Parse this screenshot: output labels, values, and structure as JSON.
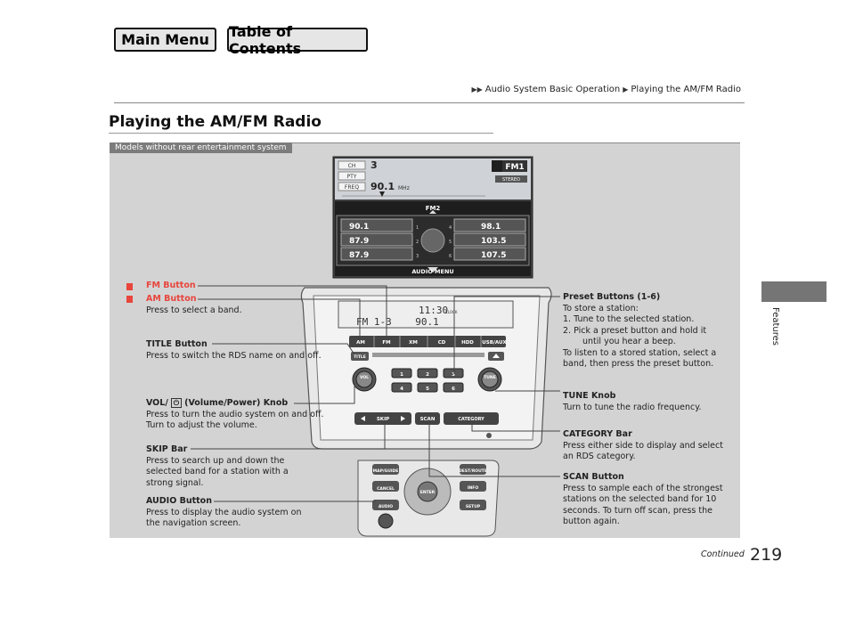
{
  "nav": {
    "main_menu": "Main Menu",
    "toc": "Table of Contents"
  },
  "breadcrumb": {
    "parent": "Audio System Basic Operation",
    "current": "Playing the AM/FM Radio"
  },
  "page": {
    "title": "Playing the AM/FM Radio",
    "side_tab": "Features",
    "number": "219",
    "continued": "Continued"
  },
  "panel": {
    "tag": "Models without rear entertainment system"
  },
  "screen": {
    "info_labels": [
      "CH",
      "PTY",
      "FREQ"
    ],
    "channel": "3",
    "frequency": "90.1",
    "unit": "MHz",
    "band_badge": "FM1",
    "stereo": "STEREO",
    "band_title": "FM2",
    "presets": [
      {
        "num": "1",
        "freq": "90.1"
      },
      {
        "num": "2",
        "freq": "87.9"
      },
      {
        "num": "3",
        "freq": "87.9"
      },
      {
        "num": "4",
        "freq": "98.1"
      },
      {
        "num": "5",
        "freq": "103.5"
      },
      {
        "num": "6",
        "freq": "107.5"
      }
    ],
    "footer": "AUDIO MENU"
  },
  "unit": {
    "clock": "11:30",
    "clock_label": "CLOCK",
    "display": "FM 1-3    90.1",
    "top_buttons": [
      "AM",
      "FM",
      "XM",
      "CD",
      "HDD",
      "USB/AUX"
    ],
    "title_btn": "TITLE",
    "preset_nums": [
      "1",
      "2",
      "3",
      "4",
      "5",
      "6"
    ],
    "vol": "VOL",
    "tune": "TUNE",
    "skip": "SKIP",
    "scan": "SCAN",
    "category": "CATEGORY",
    "nav_buttons": [
      "MAP/GUIDE",
      "CANCEL",
      "DEST/ROUTE",
      "INFO",
      "ENTER",
      "AUDIO",
      "SETUP"
    ]
  },
  "labels": {
    "fm_button": "FM Button",
    "am_button": "AM Button",
    "am_desc": "Press to select a band.",
    "title_button": "TITLE Button",
    "title_desc": "Press to switch the RDS name on and off.",
    "vol_title_a": "VOL/",
    "vol_title_b": "(Volume/Power) Knob",
    "vol_desc1": "Press to turn the audio system on and off.",
    "vol_desc2": "Turn to adjust the volume.",
    "skip_title": "SKIP Bar",
    "skip_desc1": "Press to search up and down the",
    "skip_desc2": "selected band for a station with a",
    "skip_desc3": "strong signal.",
    "audio_title": "AUDIO Button",
    "audio_desc1": "Press to display the audio system on",
    "audio_desc2": "the navigation screen.",
    "preset_title": "Preset Buttons (1-6)",
    "preset_desc": "To store a station:",
    "preset_step1": "1.  Tune to the selected station.",
    "preset_step2a": "2.  Pick a preset button and hold it",
    "preset_step2b": "until you hear a beep.",
    "preset_desc2a": "To listen to a stored station, select a",
    "preset_desc2b": "band, then press the preset button.",
    "tune_title": "TUNE Knob",
    "tune_desc": "Turn to tune the radio frequency.",
    "category_title": "CATEGORY Bar",
    "category_desc1": "Press either side to display and select",
    "category_desc2": "an RDS category.",
    "scan_title": "SCAN Button",
    "scan_desc1": "Press to sample each of the strongest",
    "scan_desc2": "stations on the selected band for 10",
    "scan_desc3": "seconds. To turn off scan, press the",
    "scan_desc4": "button again."
  }
}
